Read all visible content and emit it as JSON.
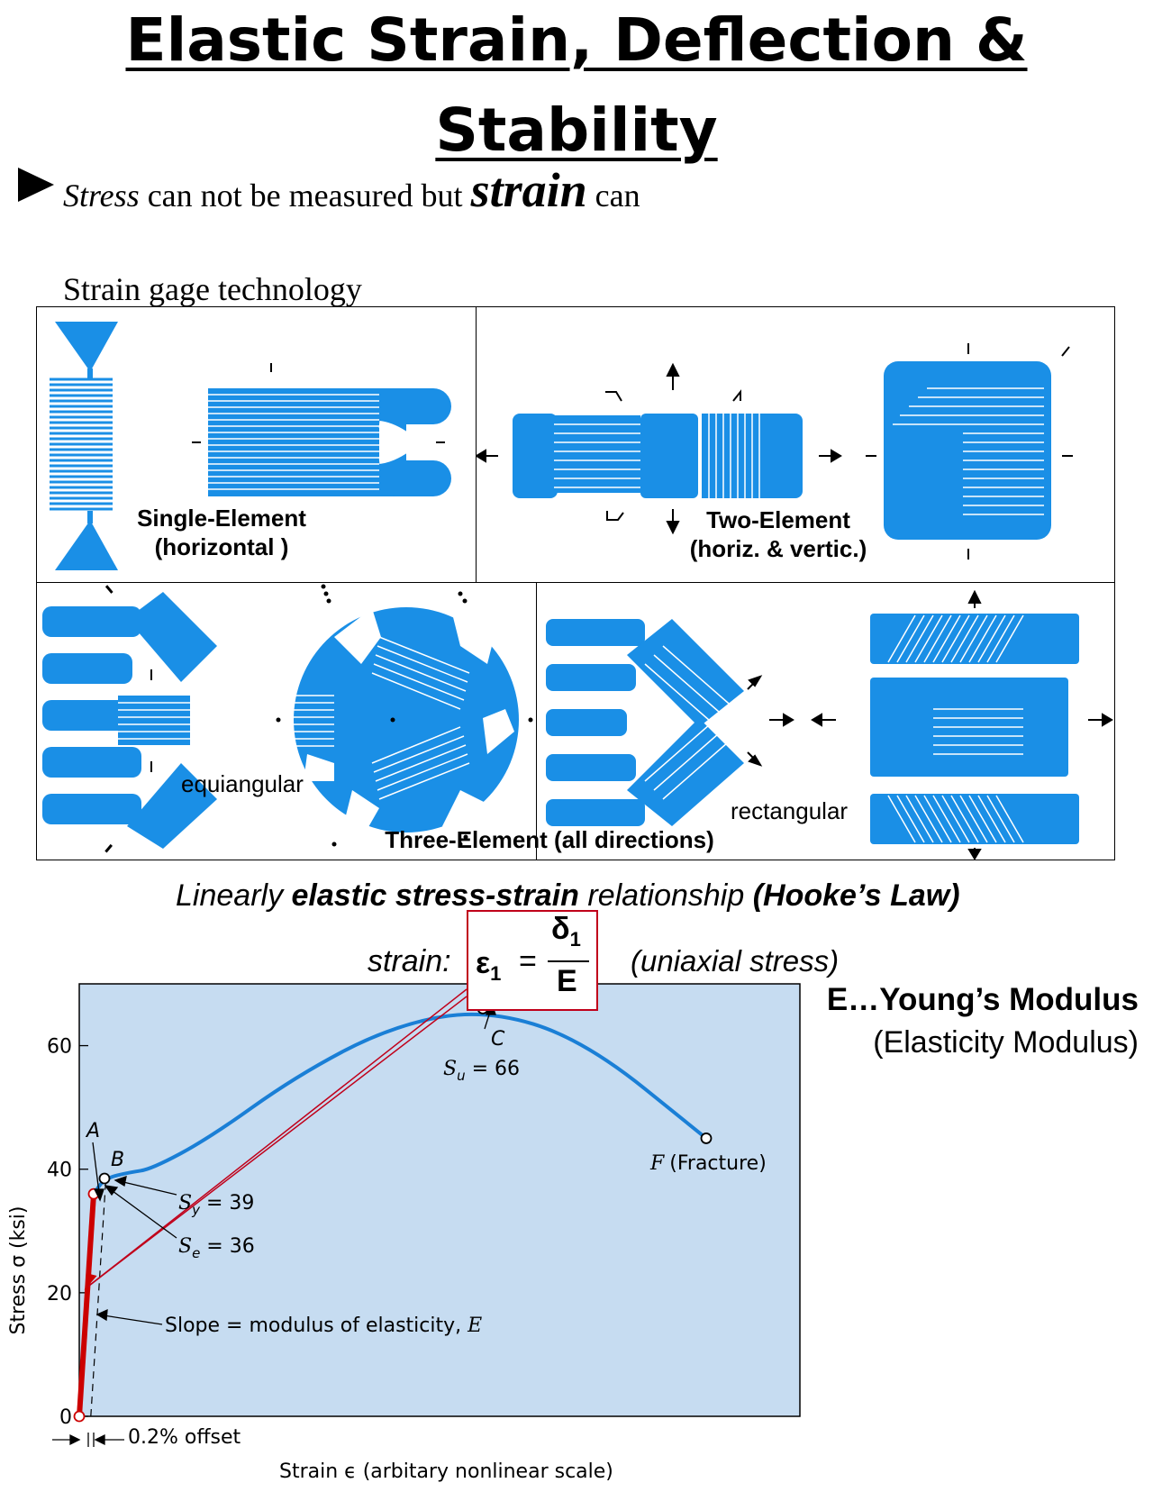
{
  "header": {
    "title_line1": "Elastic Strain, Deflection &",
    "title_line2": "Stability"
  },
  "bullet": {
    "part1": "Stress",
    "part2": " can not be measured but ",
    "part3": "strain",
    "part4": " can"
  },
  "subheading": "Strain gage technology",
  "gages": {
    "single": {
      "line1": "Single-Element",
      "line2": "(horizontal )"
    },
    "two": {
      "line1": "Two-Element",
      "line2": "(horiz. & vertic.)"
    },
    "three": {
      "label": "Three-Element (all directions)",
      "left": "equiangular",
      "right": "rectangular"
    }
  },
  "hooke": {
    "p1": "Linearly ",
    "p2": "elastic stress-strain",
    "p3": " relationship ",
    "p4": "(Hooke’s Law)"
  },
  "formula": {
    "prefix": "strain:",
    "lhs": "ε",
    "lhs_sub": "1",
    "eq": "=",
    "num": "δ",
    "num_sub": "1",
    "den": "E",
    "note": "(uniaxial stress)"
  },
  "modulus": {
    "line1": "E…Young’s Modulus",
    "line2": "(Elasticity Modulus)"
  },
  "colors": {
    "gage_blue": "#1a8fe6",
    "chart_bg": "#c6dcf1",
    "curve": "#1a7fd6",
    "red": "#cc0000"
  },
  "chart_data": {
    "type": "line",
    "xlabel": "Strain ϵ (arbitary nonlinear scale)",
    "ylabel": "Stress σ (ksi)",
    "ylim": [
      0,
      70
    ],
    "yticks": [
      "0",
      "20",
      "40",
      "60"
    ],
    "x_scale": "nonlinear (unlabeled)",
    "grid": false,
    "series": [
      {
        "values": [
          [
            0,
            0
          ],
          [
            0.02,
            36
          ],
          [
            0.035,
            38.5
          ],
          [
            0.07,
            39.5
          ],
          [
            0.1,
            40
          ],
          [
            0.18,
            45
          ],
          [
            0.3,
            55
          ],
          [
            0.43,
            63
          ],
          [
            0.56,
            66
          ],
          [
            0.7,
            61
          ],
          [
            0.87,
            45
          ]
        ]
      }
    ],
    "annotations": {
      "A": "A",
      "B": "B",
      "C": "C",
      "F": "F",
      "fracture": "(Fracture)",
      "sy": "S",
      "sy_sub": "y",
      "sy_val": " = 39",
      "se": "S",
      "se_sub": "e",
      "se_val": " = 36",
      "su": "S",
      "su_sub": "u",
      "su_val": " = 66",
      "slope_text": "Slope = modulus of elasticity, ",
      "slope_E": "E",
      "offset": "0.2% offset"
    }
  }
}
